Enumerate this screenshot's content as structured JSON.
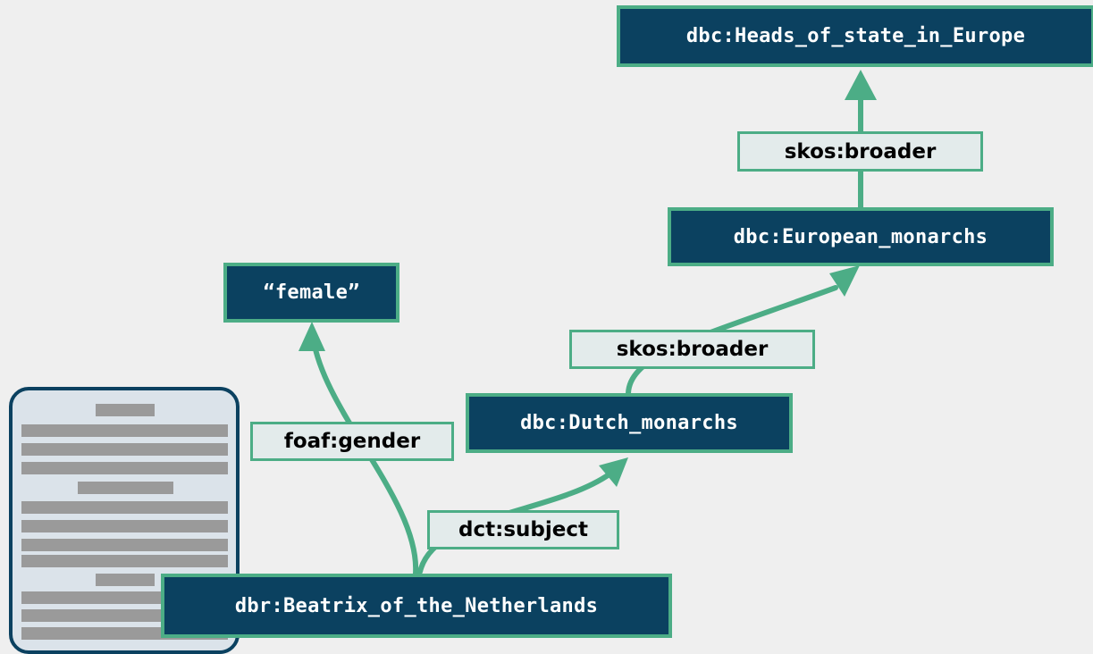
{
  "nodes": {
    "heads_of_state": "dbc:Heads_of_state_in_Europe",
    "european_monarchs": "dbc:European_monarchs",
    "female": "“female”",
    "dutch_monarchs": "dbc:Dutch_monarchs",
    "beatrix": "dbr:Beatrix_of_the_Netherlands"
  },
  "edges": {
    "broader_top": "skos:broader",
    "broader_mid": "skos:broader",
    "gender": "foaf:gender",
    "subject": "dct:subject"
  },
  "colors": {
    "background": "#efefef",
    "node_fill": "#0b4160",
    "accent_green": "#4cad86",
    "label_fill": "#e3ebeb",
    "doc_line": "#9a9a9a"
  }
}
